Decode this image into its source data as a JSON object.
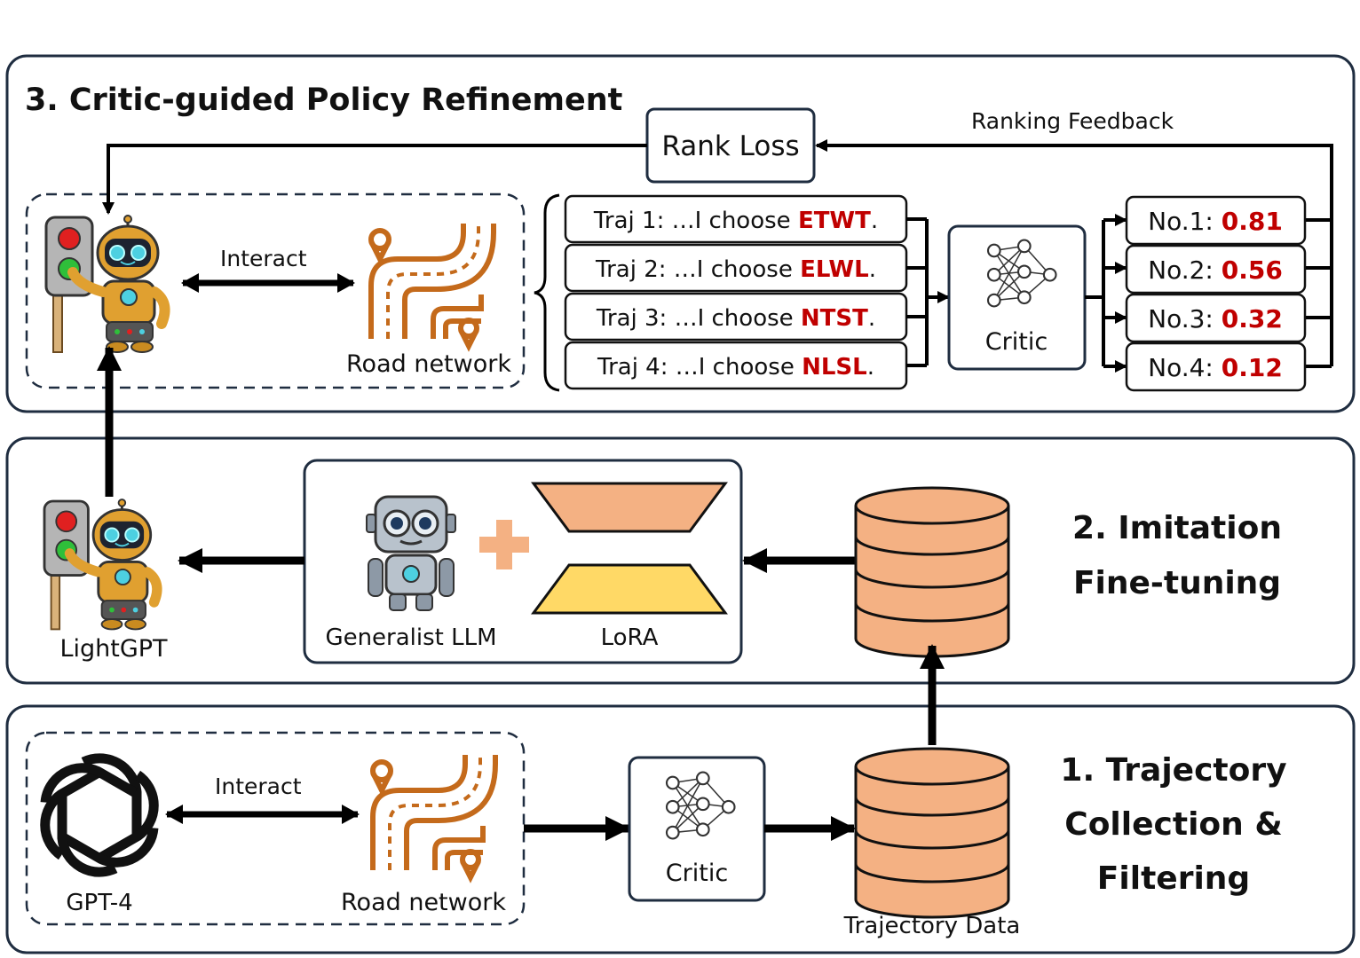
{
  "panel3": {
    "title": "3. Critic-guided Policy Refinement",
    "rank_loss": "Rank Loss",
    "ranking_feedback": "Ranking Feedback",
    "interact": "Interact",
    "road_network": "Road network",
    "critic": "Critic",
    "trajectories": [
      {
        "prefix": "Traj 1: …I choose ",
        "action": "ETWT",
        "suffix": "."
      },
      {
        "prefix": "Traj 2: …I choose ",
        "action": "ELWL",
        "suffix": "."
      },
      {
        "prefix": "Traj 3: …I choose ",
        "action": "NTST",
        "suffix": "."
      },
      {
        "prefix": "Traj 4: …I choose ",
        "action": "NLSL",
        "suffix": "."
      }
    ],
    "ranks": [
      {
        "label": "No.1: ",
        "score": "0.81"
      },
      {
        "label": "No.2: ",
        "score": "0.56"
      },
      {
        "label": "No.3: ",
        "score": "0.32"
      },
      {
        "label": "No.4: ",
        "score": "0.12"
      }
    ]
  },
  "panel2": {
    "title_line1": "2. Imitation",
    "title_line2": "Fine-tuning",
    "lightgpt": "LightGPT",
    "generalist_llm": "Generalist LLM",
    "lora": "LoRA"
  },
  "panel1": {
    "title_line1": "1. Trajectory",
    "title_line2": "Collection &",
    "title_line3": "Filtering",
    "gpt4": "GPT-4",
    "interact": "Interact",
    "road_network": "Road network",
    "critic": "Critic",
    "trajectory_data": "Trajectory Data"
  },
  "colors": {
    "panel_border": "#1f2d40",
    "red_text": "#c00000",
    "db_fill": "#f4b183",
    "lora_top": "#f4b183",
    "lora_bottom": "#ffd966",
    "plus": "#f4b183",
    "road": "#c46a1b",
    "robot_gold": "#e0a030"
  }
}
